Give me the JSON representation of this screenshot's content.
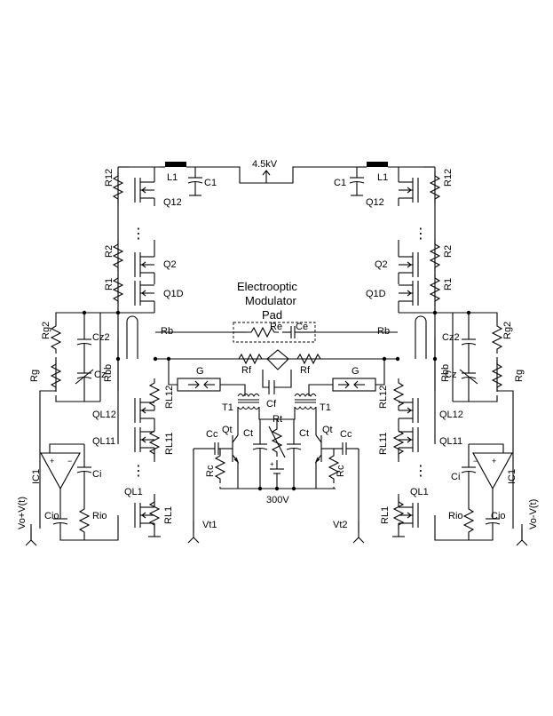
{
  "title": {
    "line1": "Electrooptic",
    "line2": "Modulator",
    "line3": "Pad"
  },
  "supply_hv": "4.5kV",
  "supply_bias": "300V",
  "left": {
    "R12": "R12",
    "L1": "L1",
    "C1": "C1",
    "Q12": "Q12",
    "R2": "R2",
    "Q2": "Q2",
    "R1": "R1",
    "Q1D": "Q1D",
    "Rg2": "Rg2",
    "Cz2": "Cz2",
    "Rg": "Rg",
    "Cz": "Cz",
    "Rbb": "Rbb",
    "Rb": "Rb",
    "RL12": "RL12",
    "QL12": "QL12",
    "RL11": "RL11",
    "QL11": "QL11",
    "IC1": "IC1",
    "Ci": "Ci",
    "Cio": "Cio",
    "Rio": "Rio",
    "QL1": "QL1",
    "RL1": "RL1",
    "out": "Vo+V(t)"
  },
  "right": {
    "R12": "R12",
    "L1": "L1",
    "C1": "C1",
    "Q12": "Q12",
    "R2": "R2",
    "Q2": "Q2",
    "R1": "R1",
    "Q1D": "Q1D",
    "Rg2": "Rg2",
    "Cz2": "Cz2",
    "Rg": "Rg",
    "Cz": "Cz",
    "Rbb": "Rbb",
    "Rb": "Rb",
    "RL12": "RL12",
    "QL12": "QL12",
    "RL11": "RL11",
    "QL11": "QL11",
    "IC1": "IC1",
    "Ci": "Ci",
    "Cio": "Cio",
    "Rio": "Rio",
    "QL1": "QL1",
    "RL1": "RL1",
    "out": "Vo-V(t)"
  },
  "center": {
    "Re": "Re",
    "Ce": "Ce",
    "Rf_left": "Rf",
    "Rf_right": "Rf",
    "G_left": "G",
    "G_right": "G",
    "Cf": "Cf",
    "T1_left": "T1",
    "T1_right": "T1",
    "Rt": "Rt",
    "Ct_left": "Ct",
    "Ct_right": "Ct",
    "Qt_left": "Qt",
    "Qt_right": "Qt",
    "Cc_left": "Cc",
    "Cc_right": "Cc",
    "Rc_left": "Rc",
    "Rc_right": "Rc",
    "Vt1": "Vt1",
    "Vt2": "Vt2"
  }
}
